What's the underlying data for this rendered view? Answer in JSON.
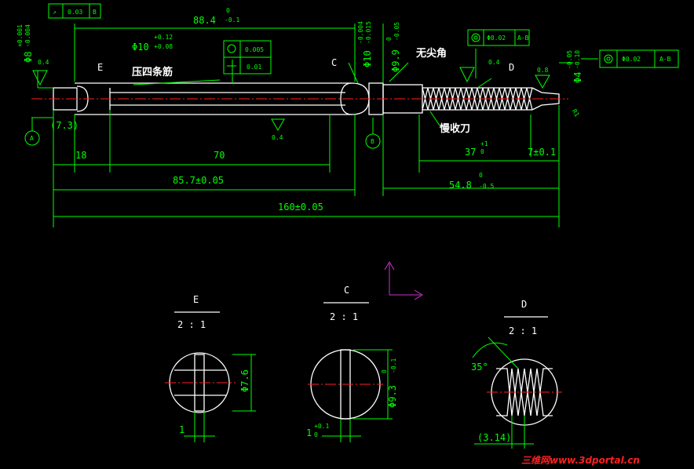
{
  "colors": {
    "background": "#000000",
    "dimension": "#00ff00",
    "outline": "#ffffff",
    "centerline": "#ff2020",
    "axis": "#cc33cc"
  },
  "dimensions": {
    "overall_top": "88.4",
    "overall_top_tol_upper": "0",
    "overall_top_tol_lower": "-0.1",
    "left_dia": "Φ8",
    "left_dia_tol_upper": "+0.001",
    "left_dia_tol_lower": "-0.004",
    "left_rough": "0.4",
    "body_dia": "Φ10",
    "body_dia_tol_upper": "+0.12",
    "body_dia_tol_lower": "+0.08",
    "mid_dia": "Φ10",
    "mid_dia_tol_upper": "-0.004",
    "mid_dia_tol_lower": "-0.015",
    "neck_dia": "Φ9.9",
    "neck_dia_tol_upper": "0",
    "neck_dia_tol_lower": "-0.05",
    "right_dia": "Φ4",
    "right_dia_tol_upper": "-0.05",
    "right_dia_tol_lower": "-0.10",
    "thread_rough": "0.4",
    "right_rough": "0.8",
    "body_rough": "0.4",
    "r1": "R1",
    "d_7_3": "(7.3)",
    "d_18": "18",
    "d_70": "70",
    "d_85_7": "85.7±0.05",
    "d_160": "160±0.05",
    "d_37": "37",
    "d_37_tol": "+1",
    "d_37_tol0": "0",
    "d_7": "7±0.1",
    "d_54_8": "54.8",
    "d_54_8_tol_upper": "0",
    "d_54_8_tol_lower": "-0.5"
  },
  "notes": {
    "press_grooves": "压四条筋",
    "no_sharp": "无尖角",
    "back_tool": "慢收刀"
  },
  "gdt": {
    "runout_sym": "↗",
    "runout_val": "0.03",
    "runout_ref": "B",
    "cyl_val": "0.005",
    "straight_val": "0.01",
    "conc1_val": "Φ0.02",
    "conc1_ref": "A-B",
    "conc2_val": "Φ0.02",
    "conc2_ref": "A-B"
  },
  "datums": {
    "a": "A",
    "b": "B"
  },
  "views": {
    "e_label": "E",
    "c_label": "C",
    "d_label": "D",
    "e_scale": "2 : 1",
    "c_scale": "2 : 1",
    "d_scale": "2 : 1",
    "e_dia": "Φ7.6",
    "e_width": "1",
    "c_dia": "Φ9.3",
    "c_dia_tol_upper": "0",
    "c_dia_tol_lower": "-0.1",
    "c_width": "1",
    "c_width_tol_upper": "+0.1",
    "c_width_tol_lower": "0",
    "d_angle": "35°",
    "d_pitch": "(3.14)"
  },
  "watermark": "三维网www.3dportal.cn"
}
